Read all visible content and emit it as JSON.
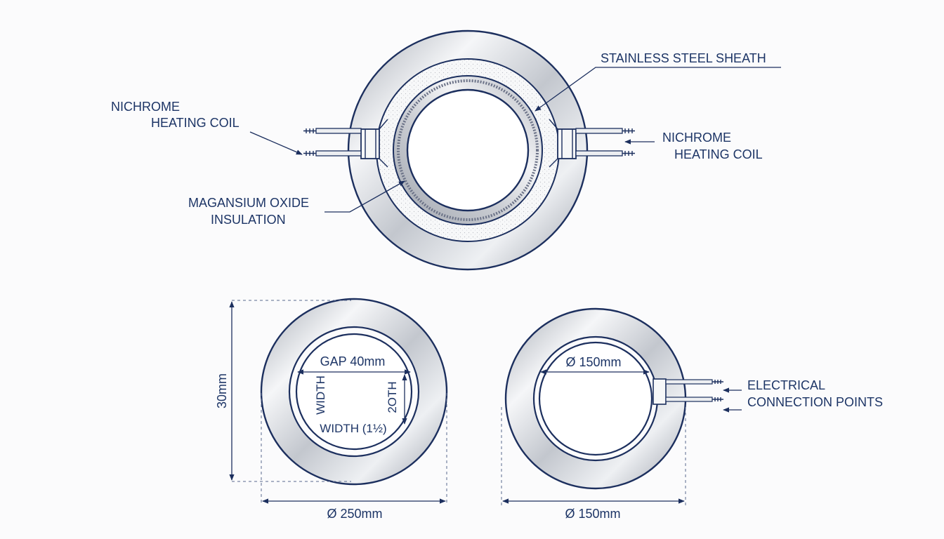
{
  "colors": {
    "ink": "#1c2f5e",
    "label": "#1d3566",
    "steel_light": "#f4f5f7",
    "steel_dark": "#9ea3ad",
    "background": "#fbfbfc"
  },
  "top_view": {
    "label_sheath": "STAINLESS STEEL SHEATH",
    "label_coil_left_line1": "NICHROME",
    "label_coil_left_line2": "HEATING COIL",
    "label_coil_right_line1": "NICHROME",
    "label_coil_right_line2": "HEATING COIL",
    "label_insulation_line1": "MAGANSIUM OXIDE",
    "label_insulation_line2": "INSULATION"
  },
  "left_view": {
    "height_dim": "30mm",
    "gap_dim": "GAP 40mm",
    "width_vertical_left": "WIDTH",
    "width_vertical_right": "2OTH",
    "width_bottom": "WIDTH (1½)",
    "diameter_dim": "Ø 250mm"
  },
  "right_view": {
    "inner_diameter_dim": "Ø 150mm",
    "outer_diameter_dim": "Ø 150mm",
    "label_connection_line1": "ELECTRICAL",
    "label_connection_line2": "CONNECTION POINTS"
  }
}
